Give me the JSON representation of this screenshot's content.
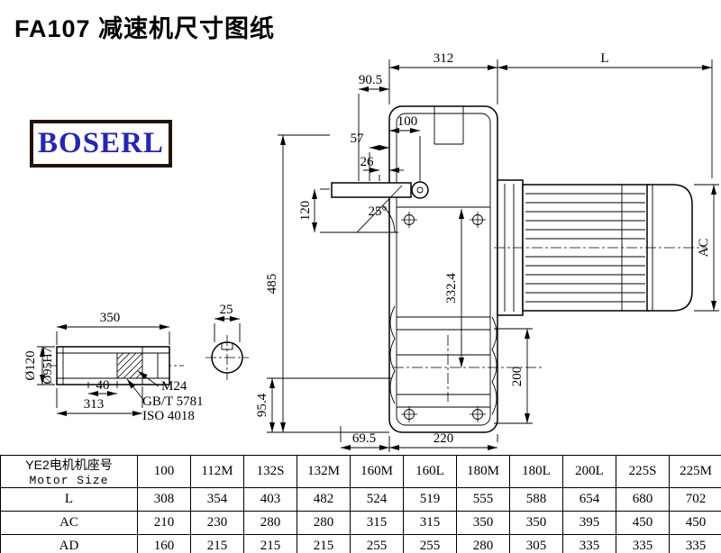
{
  "page": {
    "title": "FA107 减速机尺寸图纸",
    "logo_text": "BOSERL"
  },
  "drawing": {
    "dims": {
      "w312": "312",
      "len_l": "L",
      "w90_5": "90.5",
      "w100": "100",
      "w57": "57",
      "w26": "26",
      "h120": "120",
      "angle25": "25°",
      "h485": "485",
      "ac": "AC",
      "h332_4": "332.4",
      "h200": "200",
      "w69_5": "69.5",
      "w220": "220",
      "h95_4": "95.4"
    },
    "shaft": {
      "w350": "350",
      "w25": "25",
      "dia120": "Ø120",
      "dia95": "Ø95H7",
      "w40": "40",
      "w313": "313",
      "thread": "M24",
      "std1": "GB/T 5781",
      "std2": "ISO 4018"
    }
  },
  "table": {
    "header_cn": "YE2电机机座号",
    "header_en": "Motor Size",
    "columns": [
      "100",
      "112M",
      "132S",
      "132M",
      "160M",
      "160L",
      "180M",
      "180L",
      "200L",
      "225S",
      "225M"
    ],
    "rows": [
      {
        "label": "L",
        "values": [
          "308",
          "354",
          "403",
          "482",
          "524",
          "519",
          "555",
          "588",
          "654",
          "680",
          "702"
        ]
      },
      {
        "label": "AC",
        "values": [
          "210",
          "230",
          "280",
          "280",
          "315",
          "315",
          "350",
          "350",
          "395",
          "450",
          "450"
        ]
      },
      {
        "label": "AD",
        "values": [
          "160",
          "215",
          "215",
          "215",
          "255",
          "255",
          "280",
          "305",
          "335",
          "335",
          "335"
        ]
      }
    ]
  }
}
